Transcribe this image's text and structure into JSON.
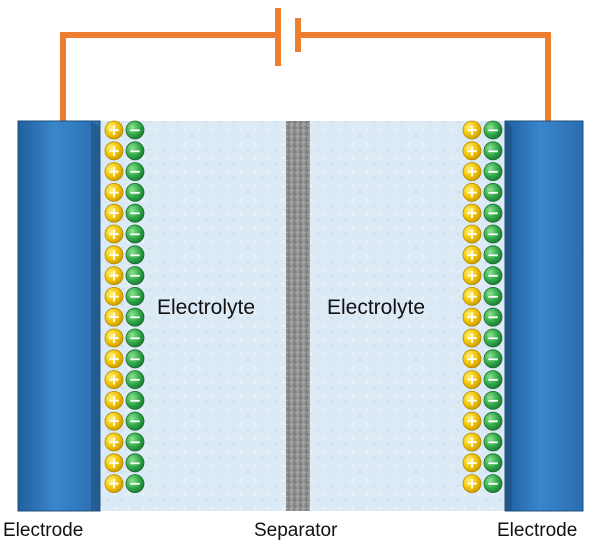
{
  "diagram": {
    "labels": {
      "electrolyte_left": "Electrolyte",
      "electrolyte_right": "Electrolyte",
      "electrode_left": "Electrode",
      "electrode_right": "Electrode",
      "separator": "Separator"
    },
    "ion_symbols": {
      "positive": "+",
      "negative": "−"
    },
    "ions_per_column": 18,
    "colors": {
      "wire": "#ED7D31",
      "electrode": "#2E75B6",
      "electrode_edge": "#1F4E79",
      "electrolyte": "#DDEBF7",
      "separator": "#8C8C8C",
      "positive_ion": "#FFC000",
      "negative_ion": "#3CB043"
    }
  }
}
